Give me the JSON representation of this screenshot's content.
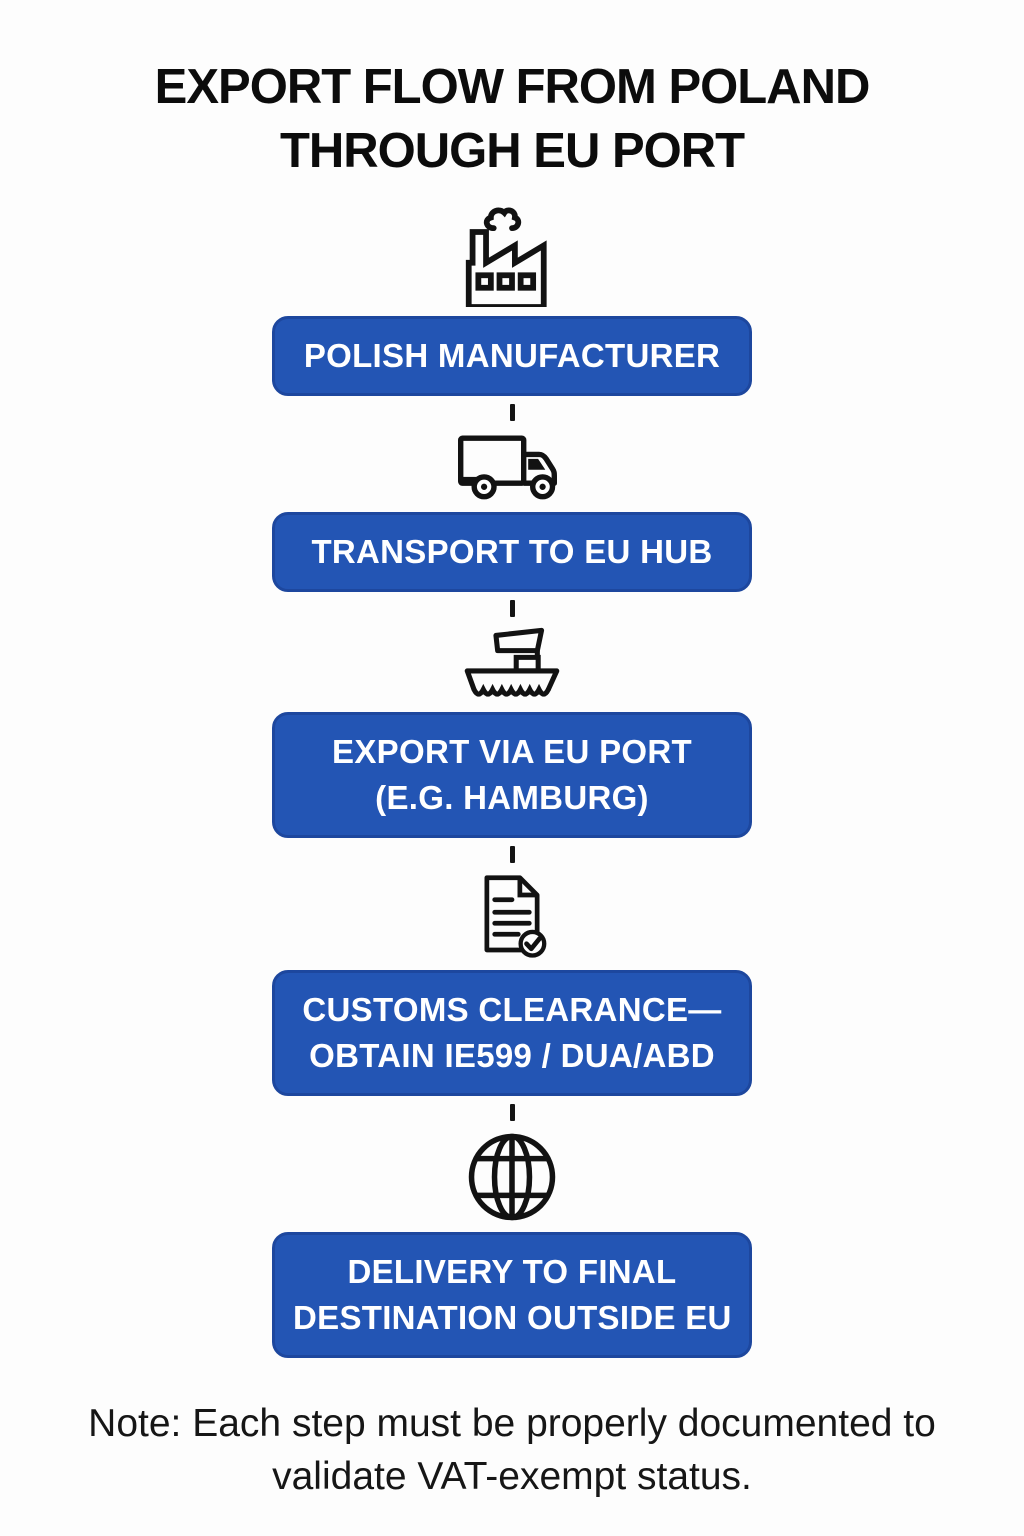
{
  "title": {
    "line1": "EXPORT FLOW FROM POLAND",
    "line2": "THROUGH EU PORT"
  },
  "steps": [
    {
      "icon": "factory-icon",
      "lines": [
        "POLISH MANUFACTURER"
      ]
    },
    {
      "icon": "truck-icon",
      "lines": [
        "TRANSPORT TO EU HUB"
      ]
    },
    {
      "icon": "ship-icon",
      "lines": [
        "EXPORT VIA EU PORT",
        "(E.G. HAMBURG)"
      ]
    },
    {
      "icon": "document-check-icon",
      "lines": [
        "CUSTOMS CLEARANCE—",
        "OBTAIN IE599 / DUA/ABD"
      ]
    },
    {
      "icon": "globe-icon",
      "lines": [
        "DELIVERY TO FINAL",
        "DESTINATION OUTSIDE EU"
      ]
    }
  ],
  "note": {
    "text": "Note: Each step must be properly documented to validate VAT-exempt status."
  },
  "colors": {
    "box_blue": "#2355b4",
    "box_border": "#1d479e",
    "box_text": "#ffffff",
    "icon_black": "#121212",
    "background": "#fdfdfd"
  }
}
